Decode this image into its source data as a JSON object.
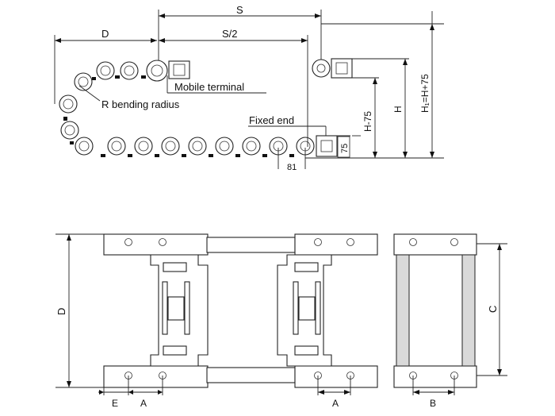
{
  "side_view": {
    "dim_S": "S",
    "dim_S2": "S/2",
    "dim_D": "D",
    "dim_H75": "H-75",
    "dim_H": "H",
    "dim_H1": "H₁=H+75",
    "dim_75": "75",
    "dim_81": "81",
    "label_mobile": "Mobile terminal",
    "label_bending": "R bending radius",
    "label_fixed": "Fixed end"
  },
  "top_view": {
    "dim_D": "D",
    "dim_A_left": "A",
    "dim_E": "E",
    "dim_A_right": "A"
  },
  "cross_section": {
    "dim_C": "C",
    "dim_B": "B"
  },
  "colors": {
    "line": "#222222",
    "fill_grey": "#d9d9d9"
  }
}
